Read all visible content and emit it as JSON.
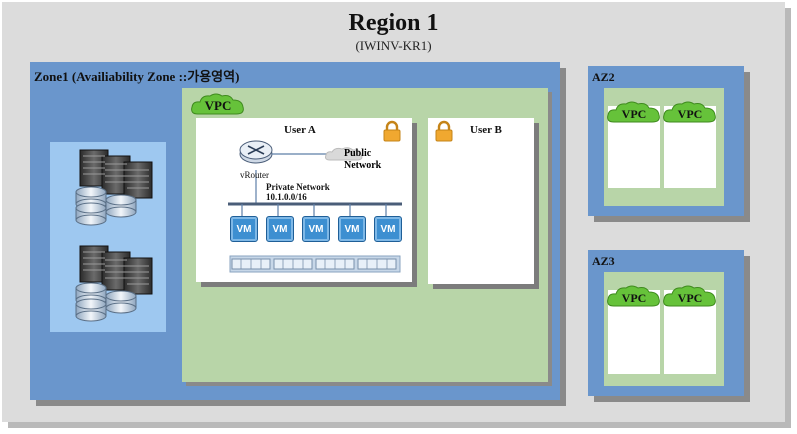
{
  "region": {
    "title": "Region 1",
    "subtitle": "(IWINV-KR1)"
  },
  "zone": {
    "label": "Zone1 (Availiability Zone ::가용영역)"
  },
  "vpc_tag": "VPC",
  "user_a": {
    "title": "User A",
    "router_label": "vRouter",
    "public_network": [
      "Public",
      "Network"
    ],
    "private_network": [
      "Private Network",
      "10.1.0.0/16"
    ],
    "vms": [
      "VM",
      "VM",
      "VM",
      "VM",
      "VM"
    ]
  },
  "user_b": {
    "title": "User B"
  },
  "az2": {
    "label": "AZ2",
    "vpcs": [
      "VPC",
      "VPC"
    ]
  },
  "az3": {
    "label": "AZ3",
    "vpcs": [
      "VPC",
      "VPC"
    ]
  },
  "colors": {
    "region": "#dcdcdc",
    "zone": "#6a96cc",
    "vpc_area": "#b8d5a8",
    "vpc_cloud": "#66c23a",
    "vm": "#3d8fd1",
    "lock": "#f0a830"
  }
}
